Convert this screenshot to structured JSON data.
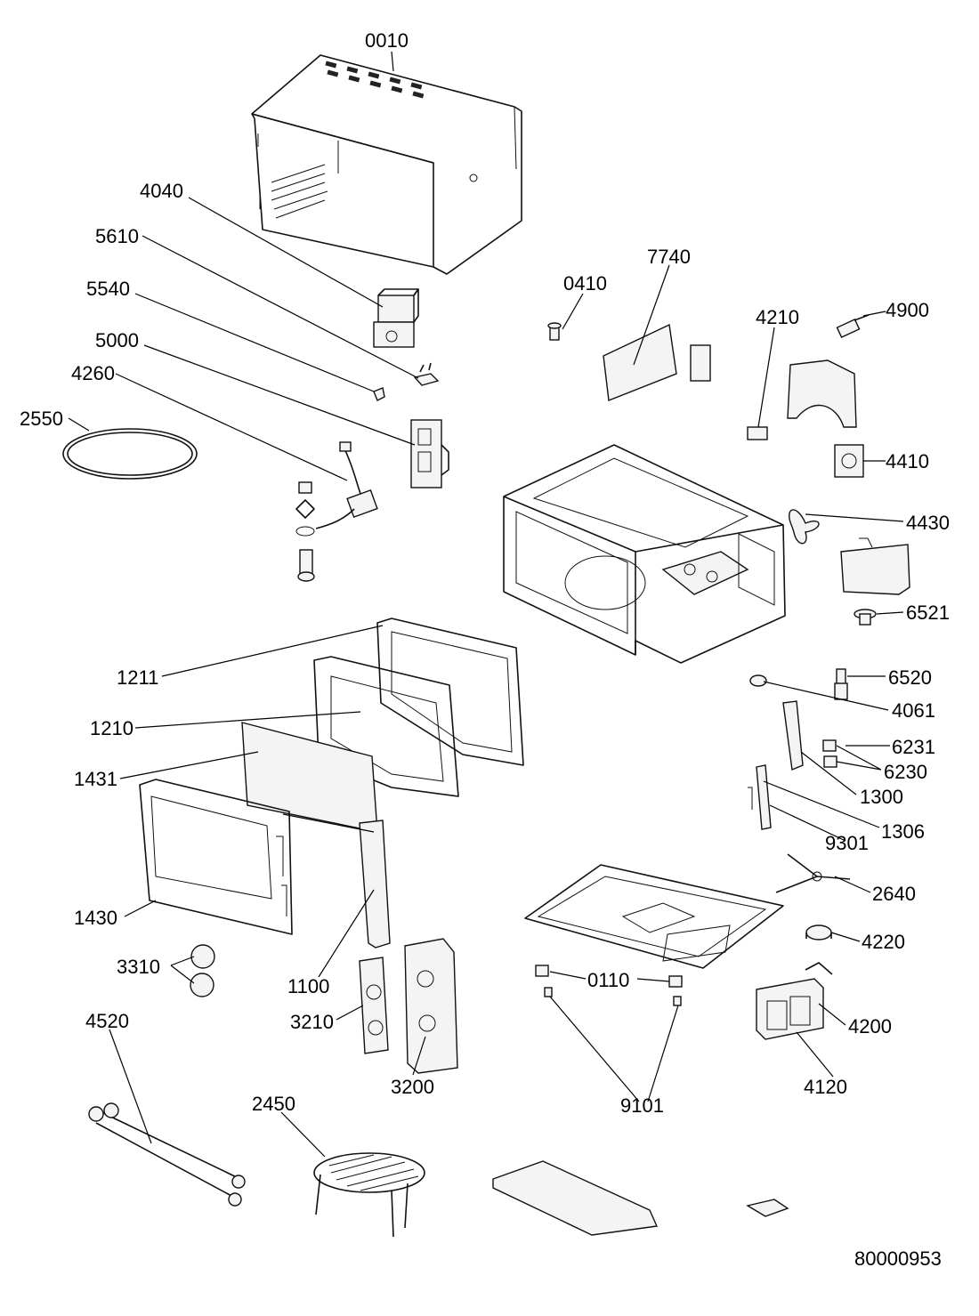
{
  "diagram": {
    "drawing_number": "80000953",
    "parts": [
      {
        "id": "p0010",
        "label": "0010"
      },
      {
        "id": "p4040",
        "label": "4040"
      },
      {
        "id": "p5610",
        "label": "5610"
      },
      {
        "id": "p5540",
        "label": "5540"
      },
      {
        "id": "p5000",
        "label": "5000"
      },
      {
        "id": "p4260",
        "label": "4260"
      },
      {
        "id": "p2550",
        "label": "2550"
      },
      {
        "id": "p0410",
        "label": "0410"
      },
      {
        "id": "p7740",
        "label": "7740"
      },
      {
        "id": "p4210",
        "label": "4210"
      },
      {
        "id": "p4900",
        "label": "4900"
      },
      {
        "id": "p4410",
        "label": "4410"
      },
      {
        "id": "p4430",
        "label": "4430"
      },
      {
        "id": "p6521",
        "label": "6521"
      },
      {
        "id": "p6520",
        "label": "6520"
      },
      {
        "id": "p4061",
        "label": "4061"
      },
      {
        "id": "p6231",
        "label": "6231"
      },
      {
        "id": "p6230",
        "label": "6230"
      },
      {
        "id": "p1300",
        "label": "1300"
      },
      {
        "id": "p1306",
        "label": "1306"
      },
      {
        "id": "p9301",
        "label": "9301"
      },
      {
        "id": "p2640",
        "label": "2640"
      },
      {
        "id": "p4220",
        "label": "4220"
      },
      {
        "id": "p0110",
        "label": "0110"
      },
      {
        "id": "p4200",
        "label": "4200"
      },
      {
        "id": "p4120",
        "label": "4120"
      },
      {
        "id": "p9101",
        "label": "9101"
      },
      {
        "id": "p1211",
        "label": "1211"
      },
      {
        "id": "p1210",
        "label": "1210"
      },
      {
        "id": "p1431",
        "label": "1431"
      },
      {
        "id": "p1430",
        "label": "1430"
      },
      {
        "id": "p3310",
        "label": "3310"
      },
      {
        "id": "p1100",
        "label": "1100"
      },
      {
        "id": "p3210",
        "label": "3210"
      },
      {
        "id": "p3200",
        "label": "3200"
      },
      {
        "id": "p4520",
        "label": "4520"
      },
      {
        "id": "p2450",
        "label": "2450"
      }
    ]
  }
}
